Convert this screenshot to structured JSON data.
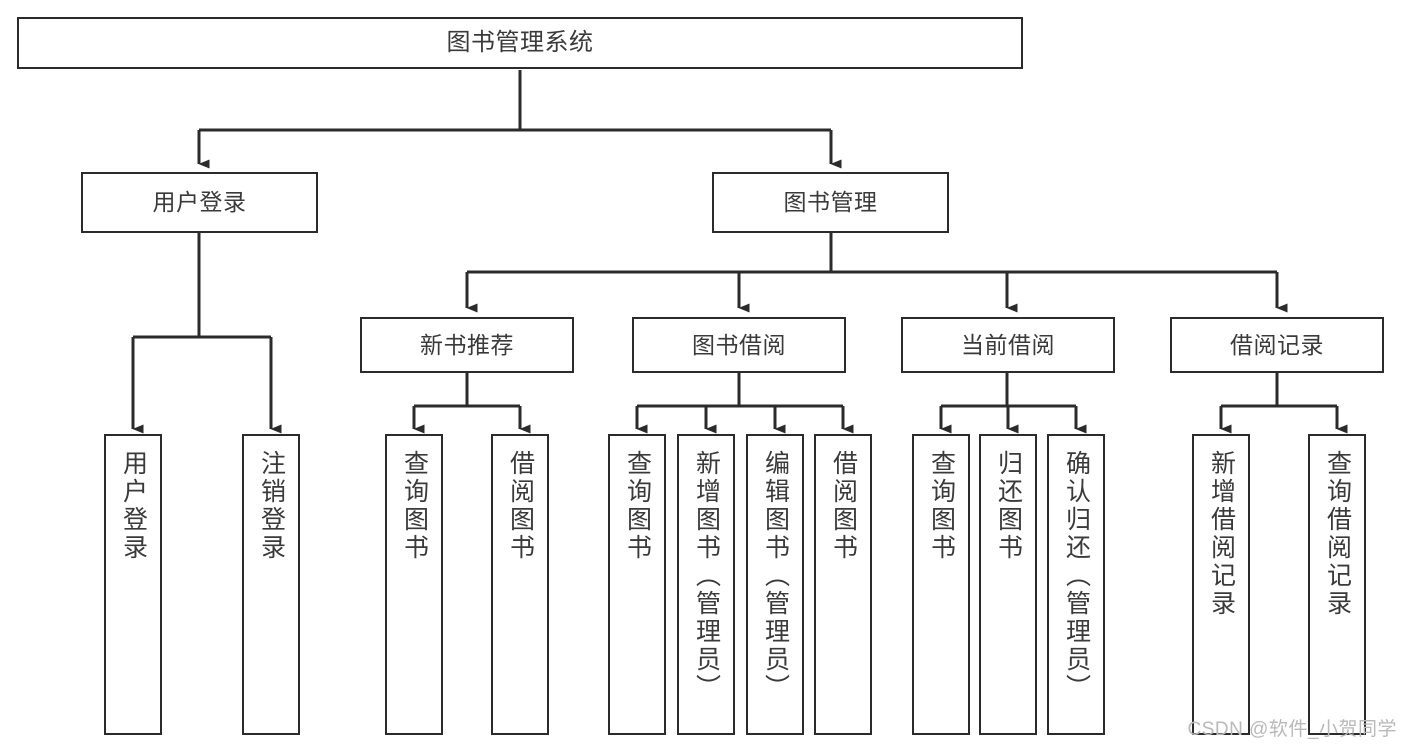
{
  "diagram": {
    "title": "图书管理系统",
    "type": "tree",
    "watermark": "CSDN @软件_小贺同学",
    "colors": {
      "box_border": "#2b2b2b",
      "box_fill": "#ffffff",
      "text": "#3a3a3a",
      "connector": "#2b2b2b",
      "watermark": "#b9b9b9",
      "background": "#ffffff"
    },
    "nodes": {
      "root": {
        "label": "图书管理系统"
      },
      "level1": [
        {
          "id": "user-login",
          "label": "用户登录"
        },
        {
          "id": "book-manage",
          "label": "图书管理"
        }
      ],
      "level2": [
        {
          "id": "new-book-recommend",
          "label": "新书推荐"
        },
        {
          "id": "book-borrow",
          "label": "图书借阅"
        },
        {
          "id": "current-borrow",
          "label": "当前借阅"
        },
        {
          "id": "borrow-record",
          "label": "借阅记录"
        }
      ],
      "leaves": {
        "user_login": [
          {
            "id": "leaf-user-login",
            "label": "用户登录"
          },
          {
            "id": "leaf-logout-login",
            "label": "注销登录"
          }
        ],
        "new_book_recommend": [
          {
            "id": "leaf-query-book-1",
            "label": "查询图书"
          },
          {
            "id": "leaf-borrow-book-1",
            "label": "借阅图书"
          }
        ],
        "book_borrow": [
          {
            "id": "leaf-query-book-2",
            "label": "查询图书"
          },
          {
            "id": "leaf-add-book",
            "label": "新增图书（管理员）"
          },
          {
            "id": "leaf-edit-book",
            "label": "编辑图书（管理员）"
          },
          {
            "id": "leaf-borrow-book-2",
            "label": "借阅图书"
          }
        ],
        "current_borrow": [
          {
            "id": "leaf-query-book-3",
            "label": "查询图书"
          },
          {
            "id": "leaf-return-book",
            "label": "归还图书"
          },
          {
            "id": "leaf-confirm-return",
            "label": "确认归还（管理员）"
          }
        ],
        "borrow_record": [
          {
            "id": "leaf-add-record",
            "label": "新增借阅记录"
          },
          {
            "id": "leaf-query-record",
            "label": "查询借阅记录"
          }
        ]
      }
    }
  }
}
